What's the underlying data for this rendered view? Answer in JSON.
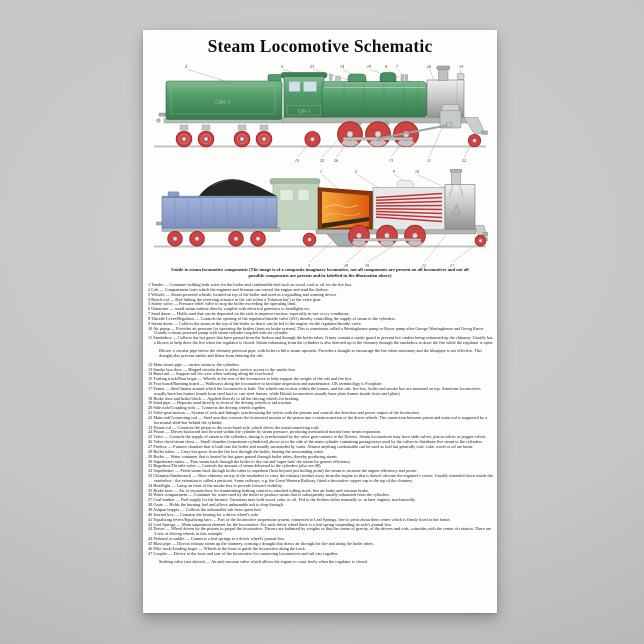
{
  "poster": {
    "title": "Steam Locomotive Schematic",
    "caption": "Guide to steam locomotive components (The image is of a composite imaginary locomotive, not all components are present on all locomotives and not all possible components are present and/or labelled in the illustration above)",
    "road_number": "C281-1",
    "colors": {
      "loco_green": "#519c6a",
      "wheel_red": "#ce4242",
      "tender_blue": "#8b9fce",
      "firebox_orange": "#e2620c",
      "smokebox_gray": "#c4c4c4",
      "poster_white": "#fdfdfb",
      "wall_gray": "#c7c6c4"
    },
    "d1_top": [
      "4",
      "5",
      "23",
      "14",
      "19",
      "8",
      "7",
      "26",
      "34"
    ],
    "d1_bottom": [
      "15",
      "25",
      "26",
      "13",
      "11",
      "22"
    ],
    "d2_top": [
      "1",
      "2",
      "9",
      "10"
    ],
    "d2_bottom": [
      "3",
      "18",
      "19",
      "12",
      "17"
    ],
    "list": [
      {
        "cls": "item",
        "text": "1 Tender — Container holding both water for the boiler and combustible fuel such as wood, coal or oil for the fire box."
      },
      {
        "cls": "item",
        "text": "2 Cab — Compartment from which the engineer and fireman can control the engine and tend the firebox."
      },
      {
        "cls": "item",
        "text": "3 Whistle — Steam powered whistle, located on top of the boiler and used as a signalling and warning device."
      },
      {
        "cls": "item",
        "text": "4 Reach rod — Rod linking the reversing actuator in the cab (often a 'Johnson bar') to the valve gear."
      },
      {
        "cls": "item",
        "text": "5 Safety valve — Pressure relief valve to stop the boiler exceeding the operating limit."
      },
      {
        "cls": "item",
        "text": "6 Generator — small steam turbine directly coupled with electrical generator to headlights etc."
      },
      {
        "cls": "item",
        "text": "7 Sand dome — Holds sand that can be deposited on the rails to improve traction, especially in wet or icy conditions."
      },
      {
        "cls": "item",
        "text": "8 Throttle Lever/Regulator — Controls the opening of the regulator/throttle valve (#31) thereby controlling the supply of steam to the cylinders."
      },
      {
        "cls": "item",
        "text": "9 Steam dome — Collects the steam at the top of the boiler so that it can be fed to the engine via the regulator/throttle valve."
      },
      {
        "cls": "item",
        "text": "10 Air pump — Provides air pressure for operating the brakes (train air brake system). This is sometimes called a Westinghouse pump or Knorr pump after George Westinghouse and Georg Knorr. Usually a steam powered pump with steam cylinder coupled with air cylinder."
      },
      {
        "cls": "item",
        "text": "11 Smokebox — Collects the hot gases that have passed from the firebox and through the boiler tubes. It may contain a cinder guard to prevent hot cinders being exhausted up the chimney. Usually has a blower to help draw the fire when the regulator is closed. Steam exhausting from the cylinders is also directed up to the chimney through the smokebox to draw the fire while the regulator is open."
      },
      {
        "cls": "note",
        "text": "Blower a circular pipe below the chimney petticoat pipe, with holes to blow steam upwards. Provides a draught to encourage the fire when stationary and the blastpipe is not effective. This draught also prevent smoke and flame from entering the cab."
      },
      {
        "cls": "item",
        "text": "12 Main steam pipe — carries steam to the cylinders."
      },
      {
        "cls": "item",
        "text": "13 Smoke box door — Hinged circular door to allow service access to the smoke box."
      },
      {
        "cls": "item",
        "text": "14 Hand rail — Support rail for crew when walking along the foot board."
      },
      {
        "cls": "item",
        "text": "15 Trailing truck/Rear bogie — Wheels at the rear of the locomotive to help support the weight of the cab and fire box."
      },
      {
        "cls": "item",
        "text": "16 Foot board/Running board — Walkways along the locomotive to facilitate inspection and maintenance. UK terminology is Footplate."
      },
      {
        "cls": "item",
        "text": "17 Frame — Steel beams around which the locomotive is built. The wheels run in slots within the frames, and the cab, fire box, boiler and smoke box are mounted on top. American locomotives usually have bar frames (made from steel bar) or cast steel frames, while British locomotives usually have plate frames (made from steel plate)."
      },
      {
        "cls": "item",
        "text": "18 Brake shoe and brake block — Applied directly to all the driving wheels for braking."
      },
      {
        "cls": "item",
        "text": "19 Sand pipe — Deposits sand directly in front of the driving wheels to aid traction."
      },
      {
        "cls": "item",
        "text": "20 Side rods/Coupling rods — Connects the driving wheels together."
      },
      {
        "cls": "item",
        "text": "21 Valve gear/motion — System of rods and linkages synchronising the valves with the pistons and controls the direction and power output of the locomotive."
      },
      {
        "cls": "item",
        "text": "22 Main rod/Connecting rod — Steel arm that converts the horizontal motion of the piston into a rotation motion of the driver wheels. The connection between piston and main rod is supported by a horizontal slide-bar behind the cylinder."
      },
      {
        "cls": "item",
        "text": "23 Piston rod — Connects the piston to the cross-head axle, which drives the main/connecting rods."
      },
      {
        "cls": "item",
        "text": "24 Piston — Driven backward and forward within the cylinder by steam pressure, producing mechanical motion from steam expansion."
      },
      {
        "cls": "item",
        "text": "25 Valve — Controls the supply of steam to the cylinders, timing is synchronised by the valve gear connect to the Drivers. Steam locomotives may have slide valves, piston valves or poppet valves."
      },
      {
        "cls": "item",
        "text": "26 Valve chest/steam chest — Small chamber (sometimes cylindrical) above or to the side of the main cylinder containing passageways used by the valves to distribute live steam to the cylinders."
      },
      {
        "cls": "item",
        "text": "27 Firebox — Furnace chamber that is built into the boiler and usually surrounded by water. Almost anything combustible can be used as fuel but generally coal, coke, wood or oil are burnt."
      },
      {
        "cls": "item",
        "text": "28 Boiler tubes — Carry hot gases from the fire box through the boiler, heating the surrounding water."
      },
      {
        "cls": "item",
        "text": "29 Boiler — Water container that is heated by hot gases passed through boiler tubes, thereby producing steam."
      },
      {
        "cls": "item",
        "text": "30 Superheater tubes — Pass steam back through the boiler to dry out and 'super heat' the steam for greater efficiency."
      },
      {
        "cls": "item",
        "text": "31 Regulator/Throttle valve — Controls the amount of steam delivered to the cylinders (also see #8)."
      },
      {
        "cls": "item",
        "text": "32 Superheater — Feeds steam back through boiler tubes to superheat (heat beyond just boiling point) the steam to increase the engine efficiency and power."
      },
      {
        "cls": "item",
        "text": "33 Chimney/Smokestack — Short chimney on top of the smokebox to carry the exhaust (smoke) away from the engine so that it doesn't obscure the engineer's vision. Usually extended down inside the smokebox - the extension is called a petticoat. Some railways, e.g. the Great Western Railway, fitted a decorative copper cap to the top of the chimney."
      },
      {
        "cls": "item",
        "text": "34 Headlight — Lamp on front of the smoke box to provide forward visibility."
      },
      {
        "cls": "item",
        "text": "35 Brake hose — Air or vacuum hose for transmitting braking control to attached rolling stock. See air brake and vacuum brake."
      },
      {
        "cls": "item",
        "text": "36 Water compartment — Container for water used by the boiler to produce steam that is subsequently usually exhausted from the cylinders."
      },
      {
        "cls": "item",
        "text": "37 Coal bunker — Fuel supply for the furnace. Variations may hold wood, coke, or oil. Fed to the firebox either manually or, in later engines, mechanically."
      },
      {
        "cls": "item",
        "text": "38 Grate — Holds the burning fuel and allows unburnable ash to drop through."
      },
      {
        "cls": "item",
        "text": "39 Ashpan hopper — Collects the unburnable ash from spent fuel."
      },
      {
        "cls": "item",
        "text": "40 Journal box — Contains the bearing for a driver wheel's axle."
      },
      {
        "cls": "item",
        "text": "41 Equalizing levers/Equalizing bars — Part of the locomotive suspension system, connected to Leaf Springs, free to pivot about their center which is firmly fixed to the frame."
      },
      {
        "cls": "item",
        "text": "42 Leaf Springs — Main suspension element for the locomotive. For each driver wheel there is a leaf spring suspending its axle's journal box."
      },
      {
        "cls": "item",
        "text": "43 Driver — Wheel driven by the pistons to propel the locomotive. Drivers are balanced by weights so that the centre of gravity, of the drivers and rods, coincides with the center of rotation. There are 3 sets of driving wheels in this example."
      },
      {
        "cls": "item",
        "text": "44 Pedestal or saddle — Connects a leaf springs to a driver wheel's journal box."
      },
      {
        "cls": "item",
        "text": "45 Blast pipe — Directs exhaust steam up the chimney, creating a draught that draws air through the fire and along the boiler tubes."
      },
      {
        "cls": "item",
        "text": "46 Pilot truck/Leading bogie — Wheels at the front to guide the locomotive along the track."
      },
      {
        "cls": "item",
        "text": "47 Coupler — Device at the front and rear of the locomotive for connecting locomotives and rail cars together."
      },
      {
        "cls": "note",
        "text": "Snifting valve (not shown) — An anti-vacuum valve which allows the engine to coast freely when the regulator is closed."
      }
    ]
  }
}
